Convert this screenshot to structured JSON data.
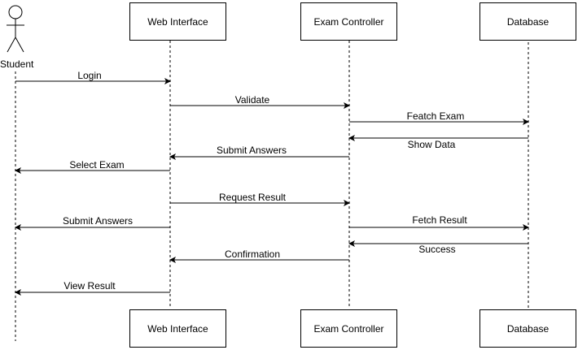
{
  "actor": {
    "label": "Student"
  },
  "participants": [
    {
      "id": "web",
      "label": "Web Interface"
    },
    {
      "id": "ctrl",
      "label": "Exam Controller"
    },
    {
      "id": "db",
      "label": "Database"
    }
  ],
  "messages": [
    {
      "label": "Login",
      "from": "student",
      "to": "web"
    },
    {
      "label": "Validate",
      "from": "web",
      "to": "ctrl"
    },
    {
      "label": "Featch Exam",
      "from": "ctrl",
      "to": "db"
    },
    {
      "label": "Show Data",
      "from": "db",
      "to": "ctrl"
    },
    {
      "label": "Submit Answers",
      "from": "ctrl",
      "to": "web"
    },
    {
      "label": "Select Exam",
      "from": "web",
      "to": "student"
    },
    {
      "label": "Request Result",
      "from": "web",
      "to": "ctrl"
    },
    {
      "label": "Submit Answers",
      "from": "web",
      "to": "student"
    },
    {
      "label": "Fetch Result",
      "from": "ctrl",
      "to": "db"
    },
    {
      "label": "Success",
      "from": "db",
      "to": "ctrl"
    },
    {
      "label": "Confirmation",
      "from": "ctrl",
      "to": "web"
    },
    {
      "label": "View Result",
      "from": "web",
      "to": "student"
    }
  ]
}
